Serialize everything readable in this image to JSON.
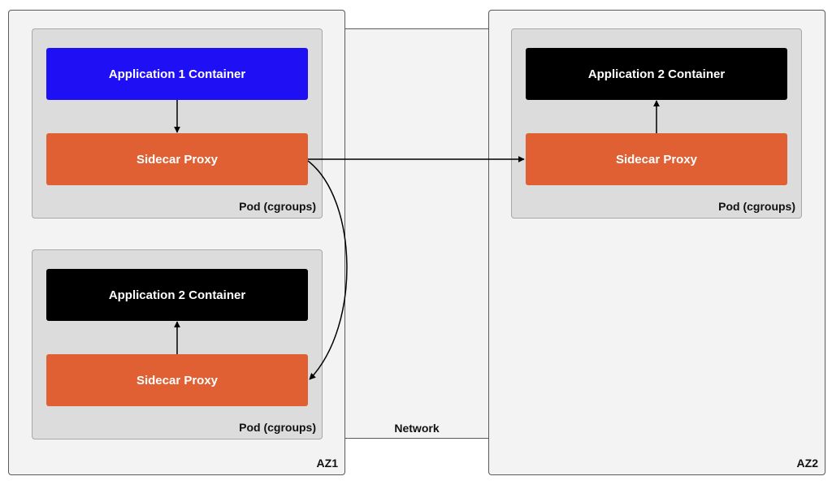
{
  "network": {
    "label": "Network"
  },
  "az1": {
    "label": "AZ1",
    "pods": [
      {
        "label": "Pod (cgroups)",
        "app_label": "Application 1 Container",
        "proxy_label": "Sidecar Proxy"
      },
      {
        "label": "Pod (cgroups)",
        "app_label": "Application 2 Container",
        "proxy_label": "Sidecar Proxy"
      }
    ]
  },
  "az2": {
    "label": "AZ2",
    "pods": [
      {
        "label": "Pod (cgroups)",
        "app_label": "Application 2 Container",
        "proxy_label": "Sidecar Proxy"
      }
    ]
  },
  "colors": {
    "app1": "#1f0ff5",
    "app2": "#000000",
    "proxy": "#e06034",
    "az_background": "#f3f3f3",
    "pod_background": "#dcdcdc"
  }
}
